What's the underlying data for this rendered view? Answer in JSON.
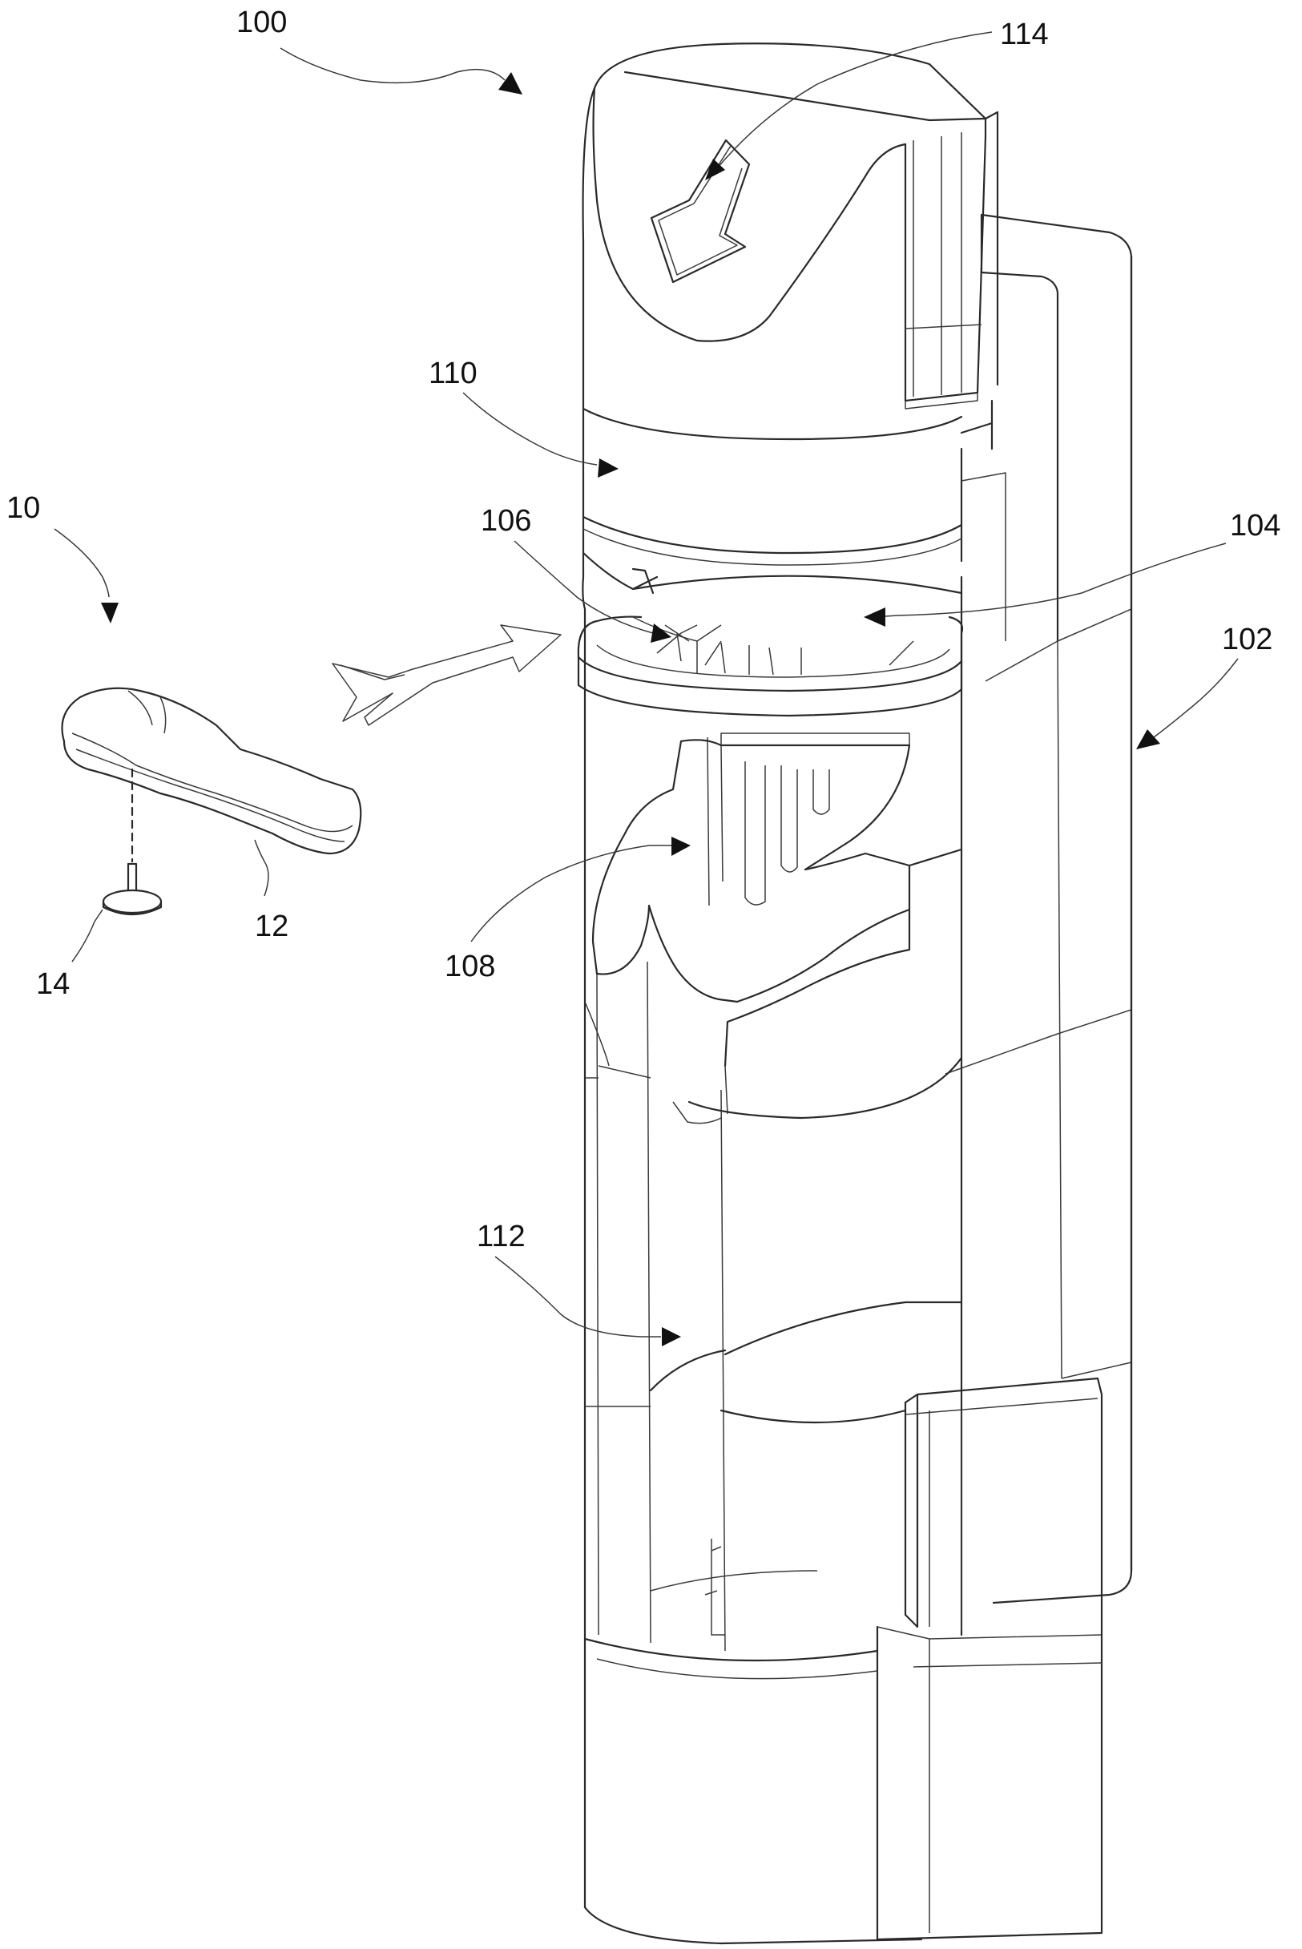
{
  "figure": {
    "labels": {
      "n100": "100",
      "n114": "114",
      "n110": "110",
      "n10": "10",
      "n106": "106",
      "n104": "104",
      "n102": "102",
      "n12": "12",
      "n14": "14",
      "n108": "108",
      "n112": "112"
    },
    "colors": {
      "line": "#2a2a2a",
      "background": "#ffffff"
    }
  }
}
